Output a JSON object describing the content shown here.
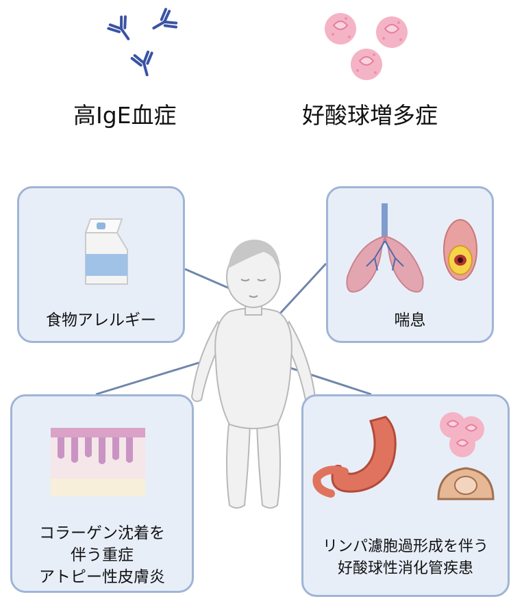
{
  "top": {
    "hyper_ige_label": "高IgE血症",
    "eosinophilia_label": "好酸球増多症"
  },
  "boxes": {
    "food_allergy": "食物アレルギー",
    "asthma": "喘息",
    "atopic_dermatitis": [
      "コラーゲン沈着を",
      "伴う重症",
      "アトピー性皮膚炎"
    ],
    "eosinophilic_gi": [
      "リンパ濾胞過形成を伴う",
      "好酸球性消化管疾患"
    ]
  },
  "icons": {
    "antibody": "antibody-icon",
    "eosinophil": "eosinophil-icon",
    "milk": "milk-carton-icon",
    "lungs": "lungs-icon",
    "airway": "airway-cross-section-icon",
    "skin": "skin-layer-icon",
    "stomach": "stomach-icon",
    "polyp": "lymphoid-follicle-icon",
    "child": "child-figure-icon"
  },
  "colors": {
    "box_border": "#9fb4d6",
    "box_fill": "#e8eef8",
    "connector": "#6f86ab",
    "antibody": "#3a53a4",
    "eosinophil": "#f2a7bd"
  }
}
